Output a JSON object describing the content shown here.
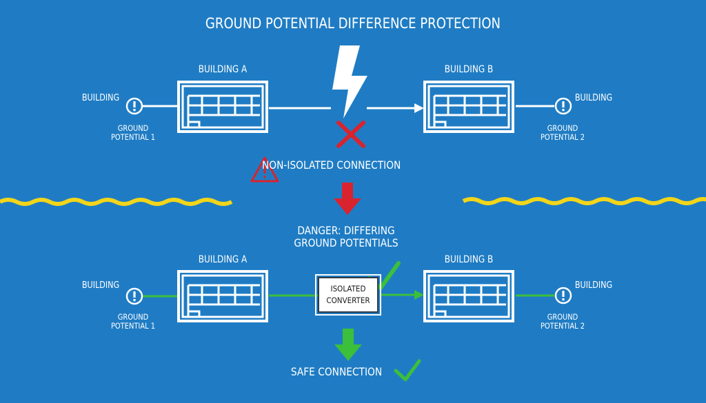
{
  "title": "GROUND POTENTIAL DIFFERENCE PROTECTION",
  "top_section": {
    "building_a_label": "BUILDING A",
    "building_b_label": "BUILDING B",
    "left_side_label": "BUILDING",
    "right_side_label": "BUILDING",
    "left_ground": [
      "GROUND",
      "POTENTIAL 1"
    ],
    "right_ground": [
      "GROUND",
      "POTENTIAL 2"
    ],
    "warning_text": "NON-ISOLATED CONNECTION"
  },
  "danger_text": [
    "DANGER: DIFFERING",
    "GROUND POTENTIALS"
  ],
  "bottom_section": {
    "building_a_label": "BUILDING A",
    "building_b_label": "BUILDING B",
    "left_side_label": "BUILDING",
    "right_side_label": "BUILDING",
    "left_ground": [
      "GROUND",
      "POTENTIAL 1"
    ],
    "right_ground": [
      "GROUND",
      "POTENTIAL 2"
    ],
    "converter_label": [
      "ISOLATED",
      "CONVERTER"
    ]
  },
  "safe_text": "SAFE CONNECTION",
  "colors": {
    "background": "#1f7cc4",
    "danger": "#d9232e",
    "safe": "#3cbf3a",
    "wave": "#f2d51a",
    "line": "#ffffff"
  },
  "icons": [
    "lightning-bolt-icon",
    "x-mark-icon",
    "warning-triangle-icon",
    "exclamation-circle-icon",
    "checkmark-icon",
    "down-arrow-icon"
  ]
}
